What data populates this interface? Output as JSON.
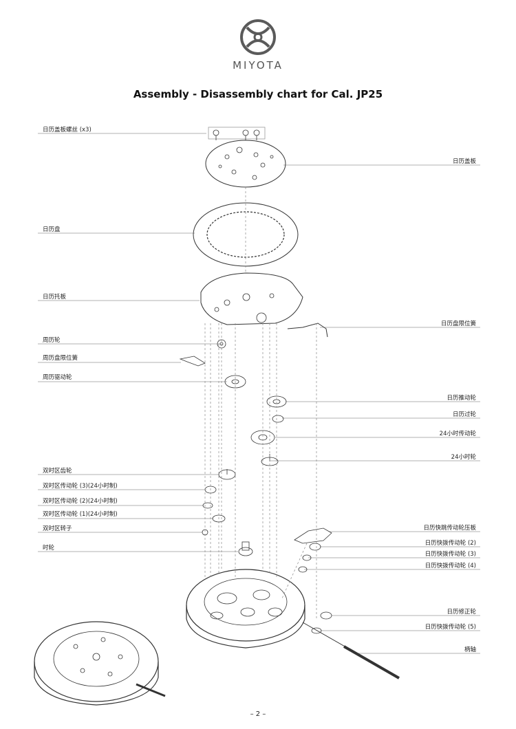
{
  "brand": {
    "name": "MIYOTA"
  },
  "title": "Assembly - Disassembly chart for Cal. JP25",
  "labels": {
    "date_cover_screw": "日历盖板螺丝 (x3)",
    "date_cover": "日历盖板",
    "date_disc": "日历盘",
    "date_support": "日历托板",
    "date_jumper": "日历盘限位簧",
    "week_wheel": "周历轮",
    "week_jumper": "周历盘限位簧",
    "week_driving_wheel": "周历驱动轮",
    "date_driving_wheel": "日历推动轮",
    "date_intermediate_wheel": "日历过轮",
    "hour24_transmission_wheel": "24小时传动轮",
    "hour24_wheel": "24小时轮",
    "dual_time_gear": "双时区齿轮",
    "dual_time_transmission_3": "双时区传动轮 (3)(24小时制)",
    "dual_time_transmission_2": "双时区传动轮 (2)(24小时制)",
    "dual_time_transmission_1": "双时区传动轮 (1)(24小时制)",
    "dual_time_rotor": "双时区转子",
    "hour_wheel": "时轮",
    "quick_date_plate": "日历快跳传动轮压板",
    "quick_date_wheel_2": "日历快拨传动轮 (2)",
    "quick_date_wheel_3": "日历快拨传动轮 (3)",
    "quick_date_wheel_4": "日历快拨传动轮 (4)",
    "date_corrector_wheel": "日历修正轮",
    "quick_date_wheel_5": "日历快拨传动轮 (5)",
    "winding_stem": "柄轴"
  },
  "page_number": "– 2 –"
}
